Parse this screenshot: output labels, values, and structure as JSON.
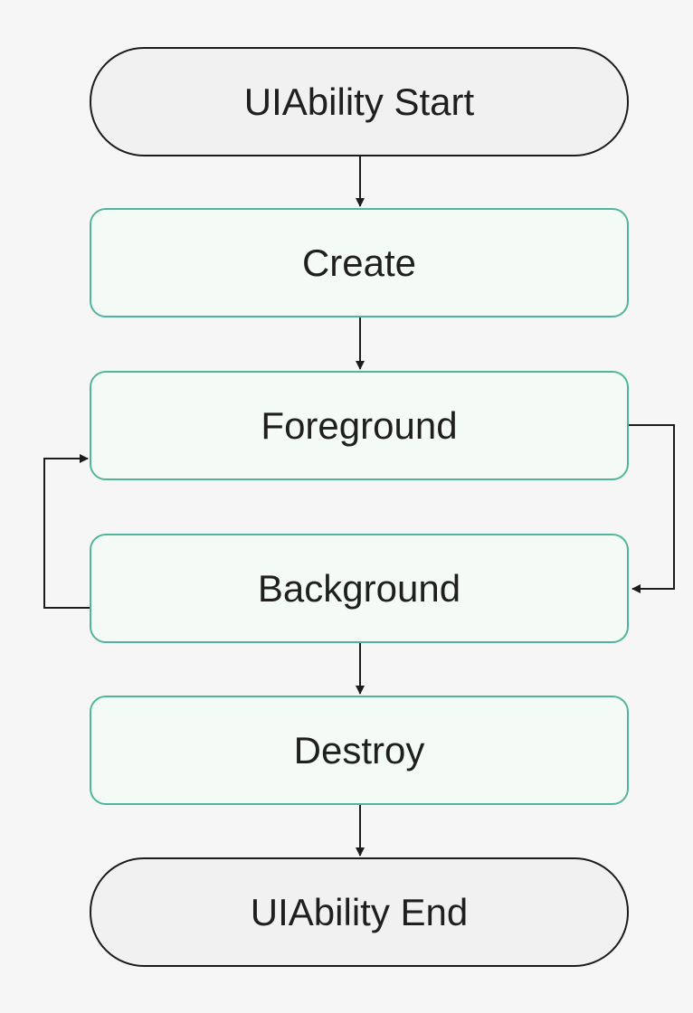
{
  "diagram": {
    "start": "UIAbility Start",
    "states": [
      "Create",
      "Foreground",
      "Background",
      "Destroy"
    ],
    "end": "UIAbility End"
  },
  "colors": {
    "terminal_border": "#1c1c1c",
    "terminal_fill": "#f1f1f1",
    "state_border": "#4fb69c",
    "state_fill": "#f4fbf6",
    "arrow": "#1c1c1c"
  }
}
